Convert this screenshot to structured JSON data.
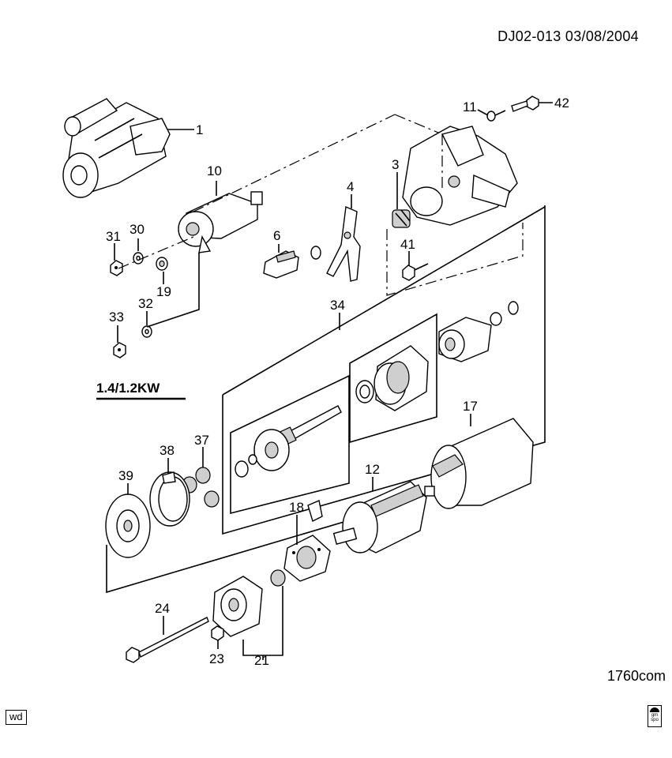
{
  "header": {
    "doc_code": "DJ02-013  03/08/2004"
  },
  "footer": {
    "figure_code": "1760com",
    "wd_badge": "wd",
    "spo_logo": "gm spo"
  },
  "variant_label": "1.4/1.2KW",
  "callouts": {
    "c1": "1",
    "c3": "3",
    "c4": "4",
    "c6": "6",
    "c10": "10",
    "c11": "11",
    "c12": "12",
    "c17": "17",
    "c18": "18",
    "c19": "19",
    "c21": "21",
    "c23": "23",
    "c24": "24",
    "c30": "30",
    "c31": "31",
    "c32": "32",
    "c33": "33",
    "c34": "34",
    "c37": "37",
    "c38": "38",
    "c39": "39",
    "c41": "41",
    "c42": "42"
  }
}
